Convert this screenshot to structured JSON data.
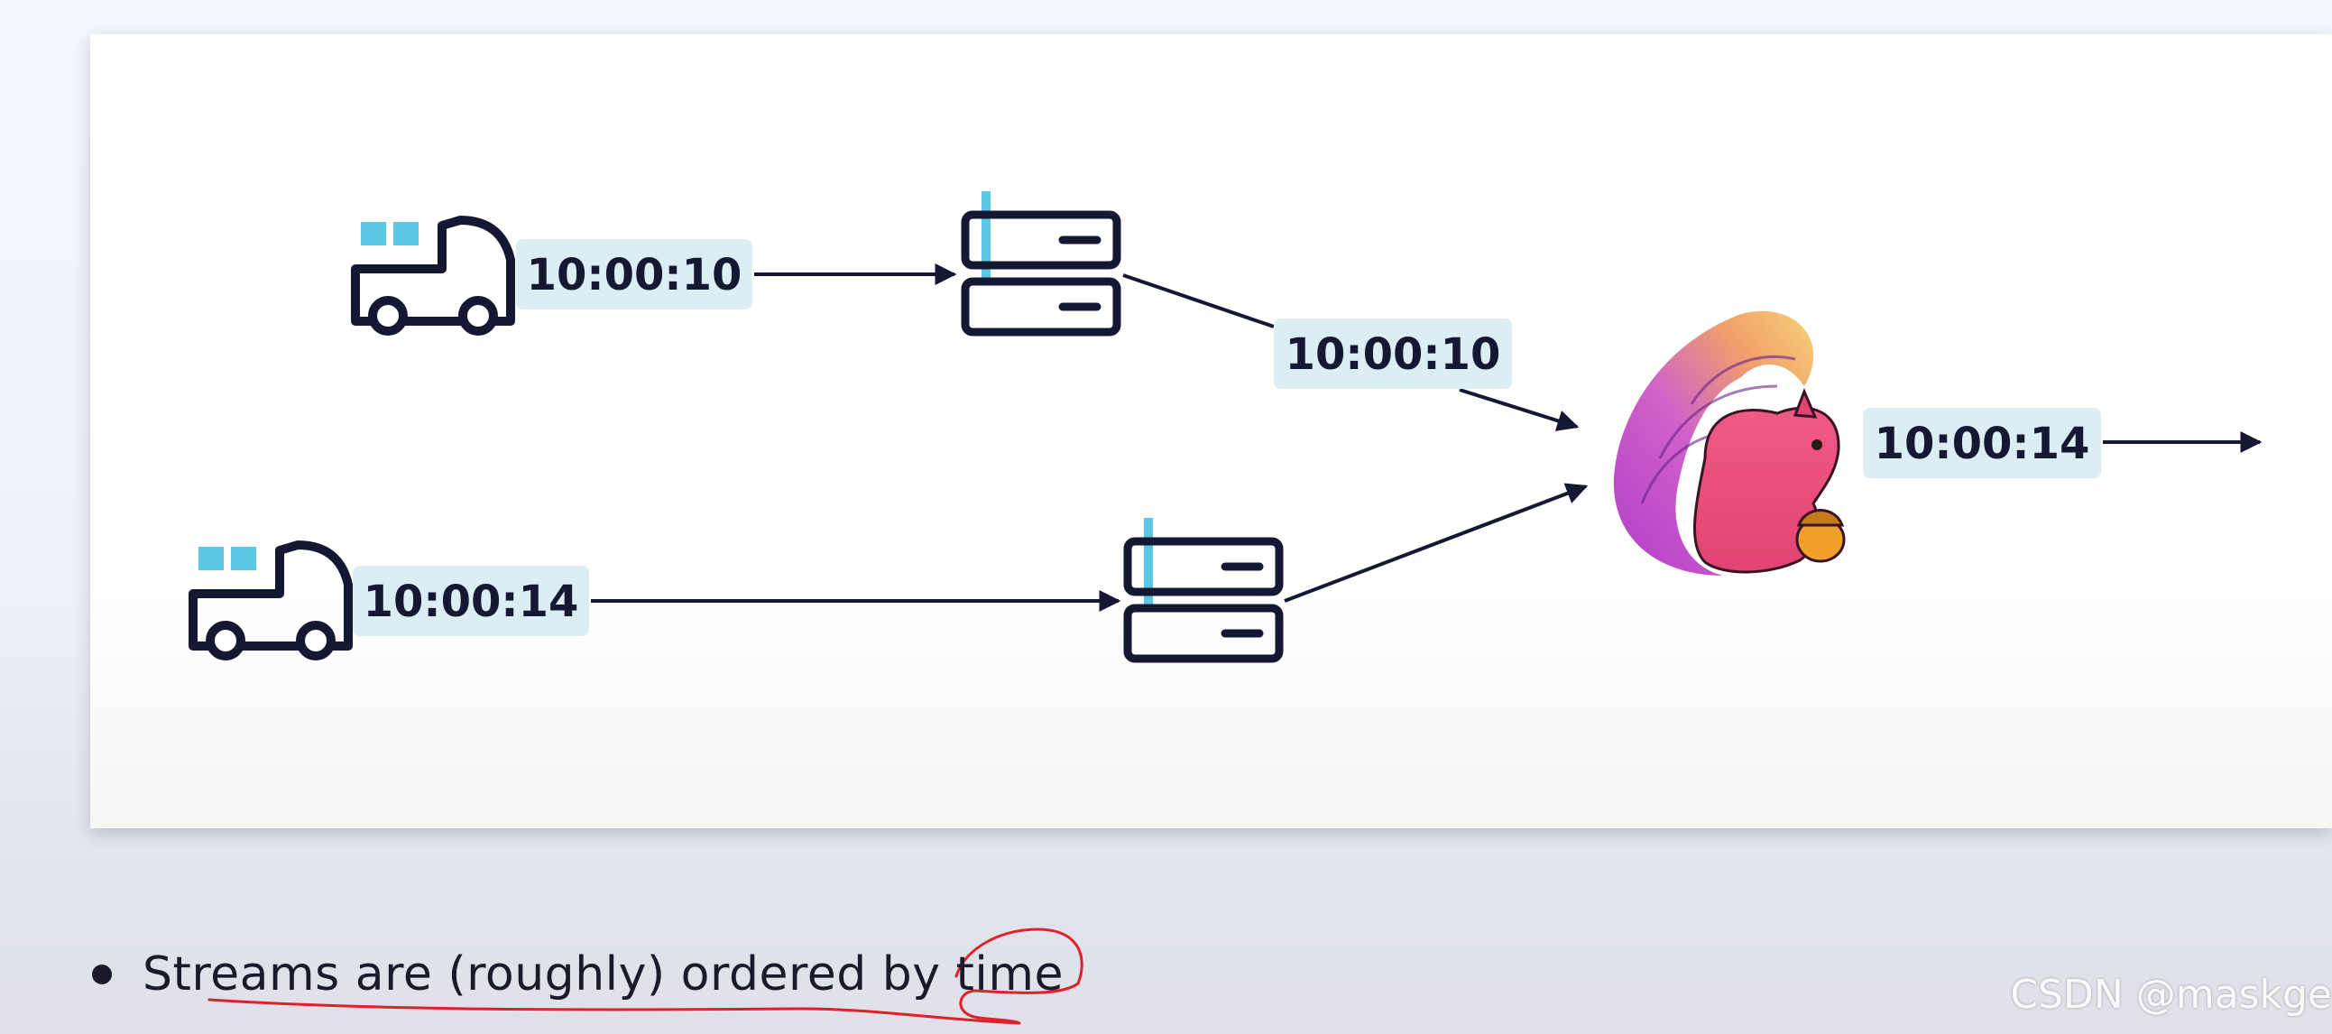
{
  "diagram": {
    "truck_top": {
      "timestamp": "10:00:10"
    },
    "truck_bottom": {
      "timestamp": "10:00:14"
    },
    "edge_top_server_to_flink": {
      "timestamp": "10:00:10"
    },
    "flink_output": {
      "timestamp": "10:00:14"
    }
  },
  "bullet": {
    "text": "Streams are (roughly) ordered by time"
  },
  "watermark": "CSDN @maskge",
  "colors": {
    "ink": "#151833",
    "label_bg": "#dcedf3",
    "accent_cyan": "#5bc8e6",
    "annotation_red": "#e0202a"
  },
  "icons": [
    "truck-icon",
    "server-icon",
    "flink-squirrel-logo"
  ]
}
